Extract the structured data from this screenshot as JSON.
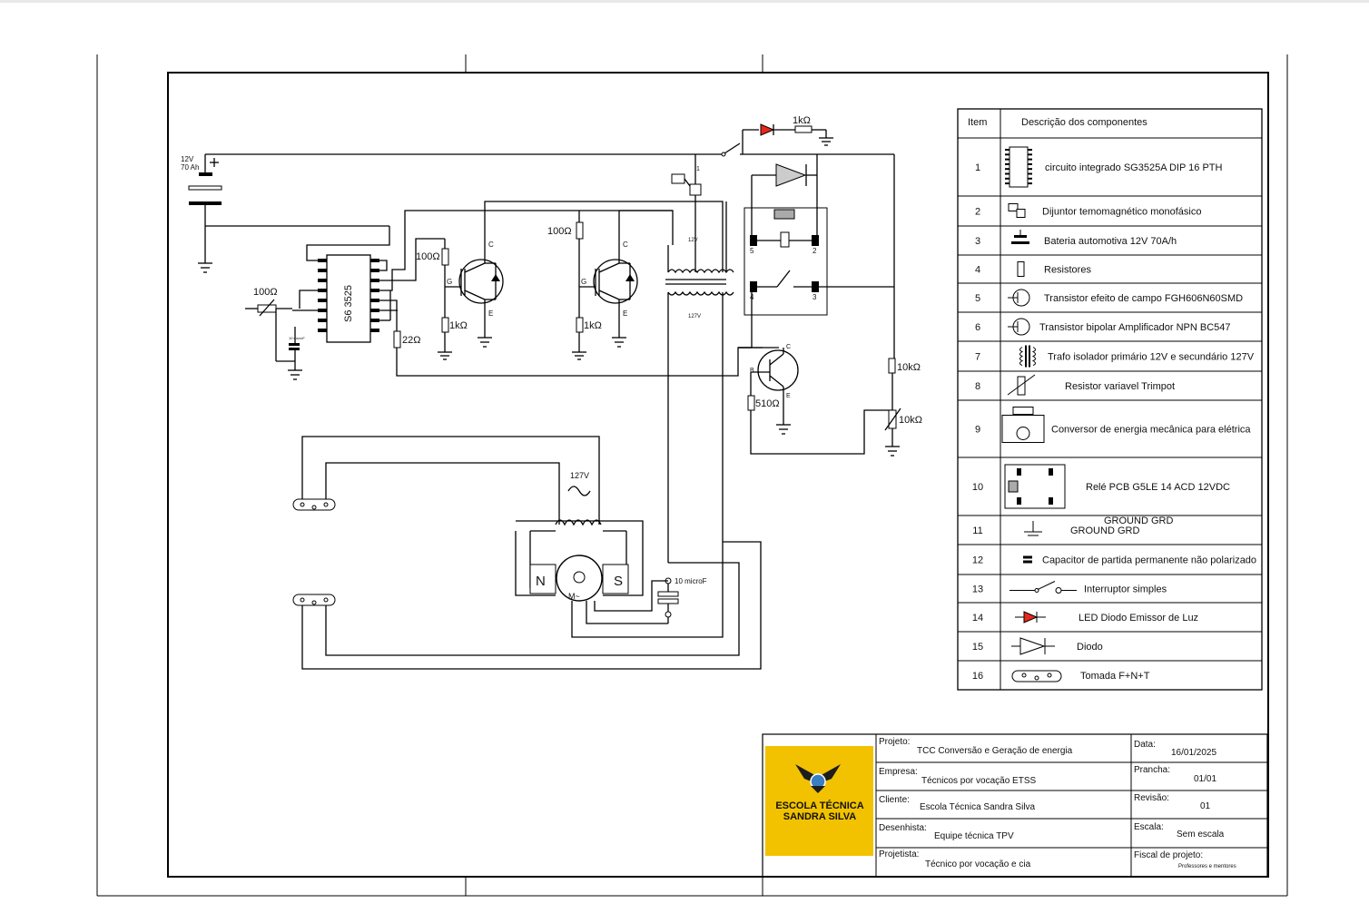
{
  "schematic": {
    "battery": {
      "line1": "12V",
      "line2": "70 Ah"
    },
    "ic_label": "S6 3525",
    "labels": {
      "r_led": "1kΩ",
      "r_trim": "100Ω",
      "r_gate1": "100Ω",
      "r_gate2": "100Ω",
      "r_pd1": "1kΩ",
      "r_pd2": "1kΩ",
      "r_22": "22Ω",
      "r_510": "510Ω",
      "r_10k": "10kΩ",
      "trim_10k": "10kΩ",
      "cap_small": "10 microF",
      "xfmr_primary": "12V",
      "xfmr_secondary": "127V",
      "ac_source": "127V",
      "cap_motor": "10 microF",
      "motor_n": "N",
      "motor_s": "S",
      "motor_m": "M~",
      "pin_c": "C",
      "pin_g": "G",
      "pin_e": "E",
      "pin_b": "B",
      "relay_pins": [
        "5",
        "2",
        "4",
        "3"
      ],
      "switch_pin": "1"
    }
  },
  "component_table": {
    "header": {
      "item": "Item",
      "description": "Descrição dos componentes"
    },
    "rows": [
      {
        "item": "1",
        "description": "circuito integrado SG3525A DIP 16 PTH",
        "icon": "ic-chip-icon"
      },
      {
        "item": "2",
        "description": "Dijuntor temomagnético monofásico",
        "icon": "breaker-icon"
      },
      {
        "item": "3",
        "description": "Bateria automotiva 12V 70A/h",
        "icon": "battery-icon"
      },
      {
        "item": "4",
        "description": "Resistores",
        "icon": "resistor-icon"
      },
      {
        "item": "5",
        "description": "Transistor efeito de campo FGH606N60SMD",
        "icon": "igbt-icon"
      },
      {
        "item": "6",
        "description": "Transistor bipolar Amplificador NPN  BC547",
        "icon": "npn-transistor-icon"
      },
      {
        "item": "7",
        "description": "Trafo isolador primário 12V e secundário 127V",
        "icon": "transformer-icon"
      },
      {
        "item": "8",
        "description": "Resistor variavel Trimpot",
        "icon": "trimpot-icon"
      },
      {
        "item": "9",
        "description": "Conversor de energia mecânica para elétrica",
        "icon": "generator-icon"
      },
      {
        "item": "10",
        "description": "Relé PCB G5LE 14 ACD 12VDC",
        "icon": "relay-icon"
      },
      {
        "item": "11",
        "description": "GROUND GRD",
        "overlay": "GROUND GRD",
        "icon": "ground-icon"
      },
      {
        "item": "12",
        "description": "Capacitor de partida permanente não polarizado",
        "icon": "capacitor-icon"
      },
      {
        "item": "13",
        "description": "Interruptor simples",
        "icon": "switch-icon"
      },
      {
        "item": "14",
        "description": "LED Diodo Emissor de Luz",
        "icon": "led-icon"
      },
      {
        "item": "15",
        "description": "Diodo",
        "icon": "diode-icon"
      },
      {
        "item": "16",
        "description": "Tomada F+N+T",
        "icon": "outlet-icon"
      }
    ]
  },
  "title_block": {
    "logo": {
      "line1": "ESCOLA TÉCNICA",
      "line2": "SANDRA SILVA",
      "accent": "#f2c200"
    },
    "projeto": {
      "label": "Projeto:",
      "value": "TCC Conversão e Geração de energia"
    },
    "empresa": {
      "label": "Empresa:",
      "value": "Técnicos por vocação ETSS"
    },
    "cliente": {
      "label": "Cliente:",
      "value": "Escola Técnica Sandra Silva"
    },
    "desenhista": {
      "label": "Desenhista:",
      "value": "Equipe técnica TPV"
    },
    "projetista": {
      "label": "Projetista:",
      "value": "Técnico por vocação e cia"
    },
    "data": {
      "label": "Data:",
      "value": "16/01/2025"
    },
    "prancha": {
      "label": "Prancha:",
      "value": "01/01"
    },
    "revisao": {
      "label": "Revisão:",
      "value": "01"
    },
    "escala": {
      "label": "Escala:",
      "value": "Sem escala"
    },
    "fiscal": {
      "label": "Fiscal de projeto:",
      "value": "Professores e mentores"
    }
  },
  "colors": {
    "led": "#e8281c",
    "logo_bg": "#f2c200",
    "line": "#000000"
  }
}
